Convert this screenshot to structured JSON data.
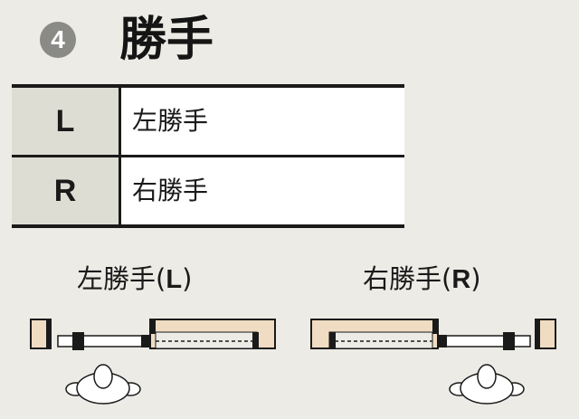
{
  "header": {
    "number": "4",
    "title": "勝手"
  },
  "table": {
    "rows": [
      {
        "code": "L",
        "label": "左勝手"
      },
      {
        "code": "R",
        "label": "右勝手"
      }
    ]
  },
  "diagrams": {
    "left": {
      "caption": "左勝手",
      "code": "L"
    },
    "right": {
      "caption": "右勝手",
      "code": "R"
    }
  },
  "colors": {
    "wood": "#f0dcc2",
    "background": "#ecebe5",
    "badge": "#8a8a86"
  }
}
